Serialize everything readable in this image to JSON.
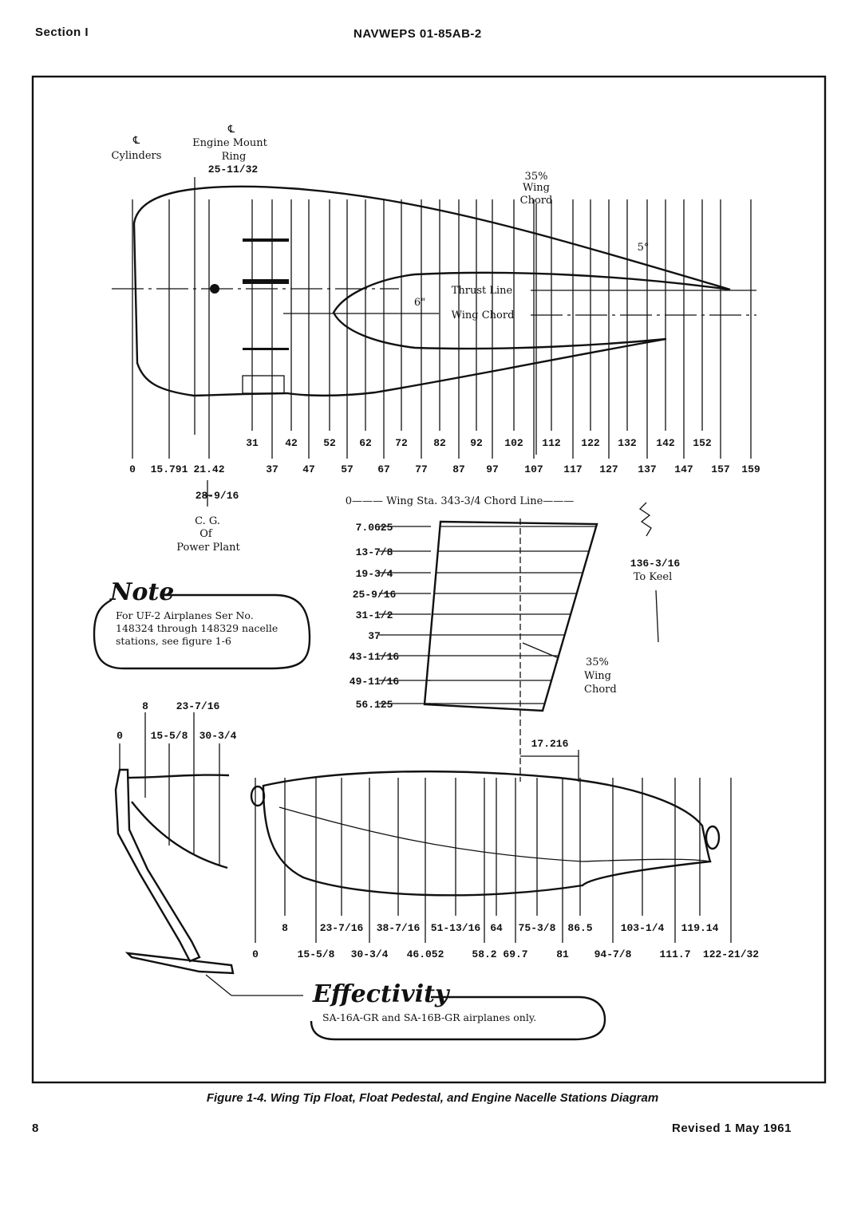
{
  "header": {
    "section": "Section I",
    "doc_number": "NAVWEPS 01-85AB-2"
  },
  "footer": {
    "page_number": "8",
    "revision": "Revised 1 May 1961"
  },
  "figure_caption": "Figure 1-4.  Wing Tip Float, Float Pedestal, and Engine Nacelle Stations Diagram",
  "nacelle": {
    "cl_cylinders": [
      "℄",
      "Cylinders"
    ],
    "cl_engine_mount": [
      "℄",
      "Engine Mount",
      "Ring",
      "25-11/32"
    ],
    "wing_chord_35": [
      "35%",
      "Wing",
      "Chord"
    ],
    "angle": "5°",
    "offset": "6\"",
    "thrust_line": "Thrust  Line",
    "wing_chord": "Wing  Chord",
    "stations_upper": [
      "31",
      "42",
      "52",
      "62",
      "72",
      "82",
      "92",
      "102",
      "112",
      "122",
      "132",
      "142",
      "152"
    ],
    "stations_lower": [
      "0",
      "15.791",
      "21.42",
      "37",
      "47",
      "57",
      "67",
      "77",
      "87",
      "97",
      "107",
      "117",
      "127",
      "137",
      "147",
      "157",
      "159"
    ],
    "cg_station": "28-9/16",
    "cg_label": [
      "C. G.",
      "Of",
      "Power Plant"
    ],
    "keel": [
      "136-3/16",
      "To Keel"
    ]
  },
  "chord": {
    "title": "0——— Wing Sta. 343-3/4 Chord Line———",
    "stations": [
      "7.0625",
      "13-7/8",
      "19-3/4",
      "25-9/16",
      "31-1/2",
      "37",
      "43-11/16",
      "49-11/16",
      "56.125"
    ],
    "wing_chord_35": [
      "35%",
      "Wing",
      "Chord"
    ],
    "offset": "17.216"
  },
  "note": {
    "title": "Note",
    "text": [
      "For UF-2 Airplanes Ser No.",
      "148324 through 148329 nacelle",
      "stations, see figure 1-6"
    ]
  },
  "pedestal": {
    "stations_upper": [
      "8",
      "23-7/16"
    ],
    "stations_lower": [
      "0",
      "15-5/8",
      "30-3/4"
    ]
  },
  "float": {
    "stations_upper": [
      "8",
      "23-7/16",
      "38-7/16",
      "51-13/16",
      "64",
      "75-3/8",
      "86.5",
      "103-1/4",
      "119.14"
    ],
    "stations_lower": [
      "0",
      "15-5/8",
      "30-3/4",
      "46.052",
      "58.2",
      "69.7",
      "81",
      "94-7/8",
      "111.7",
      "122-21/32"
    ]
  },
  "effectivity": {
    "title": "Effectivity",
    "text": "SA-16A-GR and SA-16B-GR airplanes  only."
  }
}
